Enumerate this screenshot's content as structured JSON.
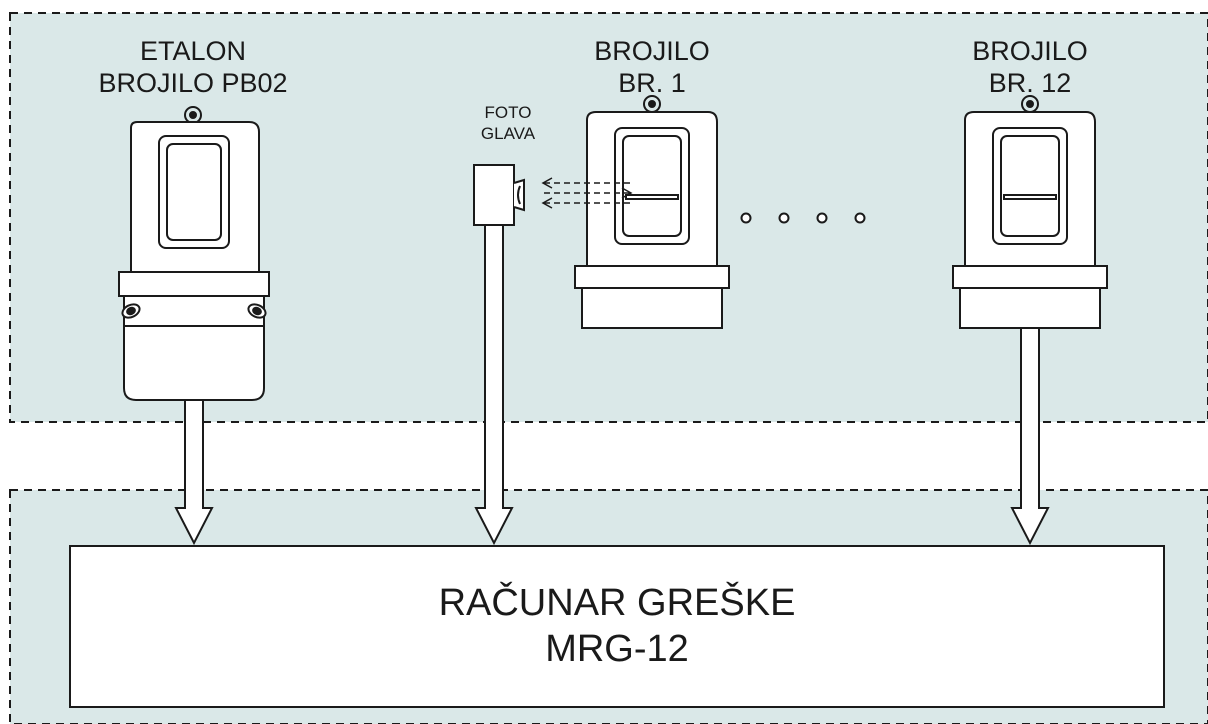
{
  "colors": {
    "zone_fill": "#dae8e8",
    "stroke": "#1a1a1a",
    "box_fill": "#ffffff"
  },
  "meters": {
    "reference": {
      "line1": "ETALON",
      "line2": "BROJILO PB02"
    },
    "meter_1": {
      "line1": "BROJILO",
      "line2": "BR. 1"
    },
    "meter_12": {
      "line1": "BROJILO",
      "line2": "BR. 12"
    }
  },
  "photo_head": {
    "line1": "FOTO",
    "line2": "GLAVA"
  },
  "computer": {
    "line1": "RAČUNAR GREŠKE",
    "line2": "MRG-12"
  },
  "ellipsis_dots": 4
}
